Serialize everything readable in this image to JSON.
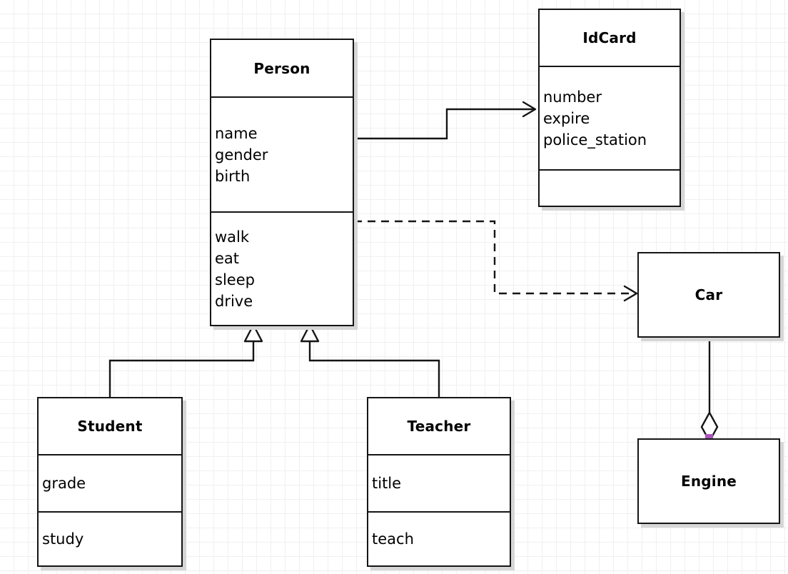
{
  "diagram": {
    "type": "uml-class-diagram",
    "background": "#ffffff",
    "grid_color": "#f0f0f0",
    "line_color": "#151515",
    "handle_color": "#aa55bb",
    "shadow_color": "#d6d6d6"
  },
  "classes": {
    "person": {
      "name": "Person",
      "attributes": [
        "name",
        "gender",
        "birth"
      ],
      "methods": [
        "walk",
        "eat",
        "sleep",
        "drive"
      ]
    },
    "idcard": {
      "name": "IdCard",
      "attributes": [
        "number",
        "expire",
        "police_station"
      ],
      "methods": []
    },
    "student": {
      "name": "Student",
      "attributes": [
        "grade"
      ],
      "methods": [
        "study"
      ]
    },
    "teacher": {
      "name": "Teacher",
      "attributes": [
        "title"
      ],
      "methods": [
        "teach"
      ]
    },
    "car": {
      "name": "Car",
      "attributes": [],
      "methods": []
    },
    "engine": {
      "name": "Engine",
      "attributes": [],
      "methods": []
    }
  },
  "relationships": [
    {
      "id": "person-idcard",
      "kind": "association",
      "from": "Person",
      "to": "IdCard",
      "style": "solid",
      "arrowhead": "open-v"
    },
    {
      "id": "person-car",
      "kind": "dependency",
      "from": "Person",
      "to": "Car",
      "style": "dashed",
      "arrowhead": "open-v"
    },
    {
      "id": "student-person",
      "kind": "generalization",
      "from": "Student",
      "to": "Person",
      "style": "solid",
      "arrowhead": "hollow-triangle"
    },
    {
      "id": "teacher-person",
      "kind": "generalization",
      "from": "Teacher",
      "to": "Person",
      "style": "solid",
      "arrowhead": "hollow-triangle"
    },
    {
      "id": "engine-car",
      "kind": "aggregation",
      "from": "Engine",
      "to": "Car",
      "style": "solid",
      "arrowhead": "hollow-diamond",
      "selected": true
    }
  ]
}
